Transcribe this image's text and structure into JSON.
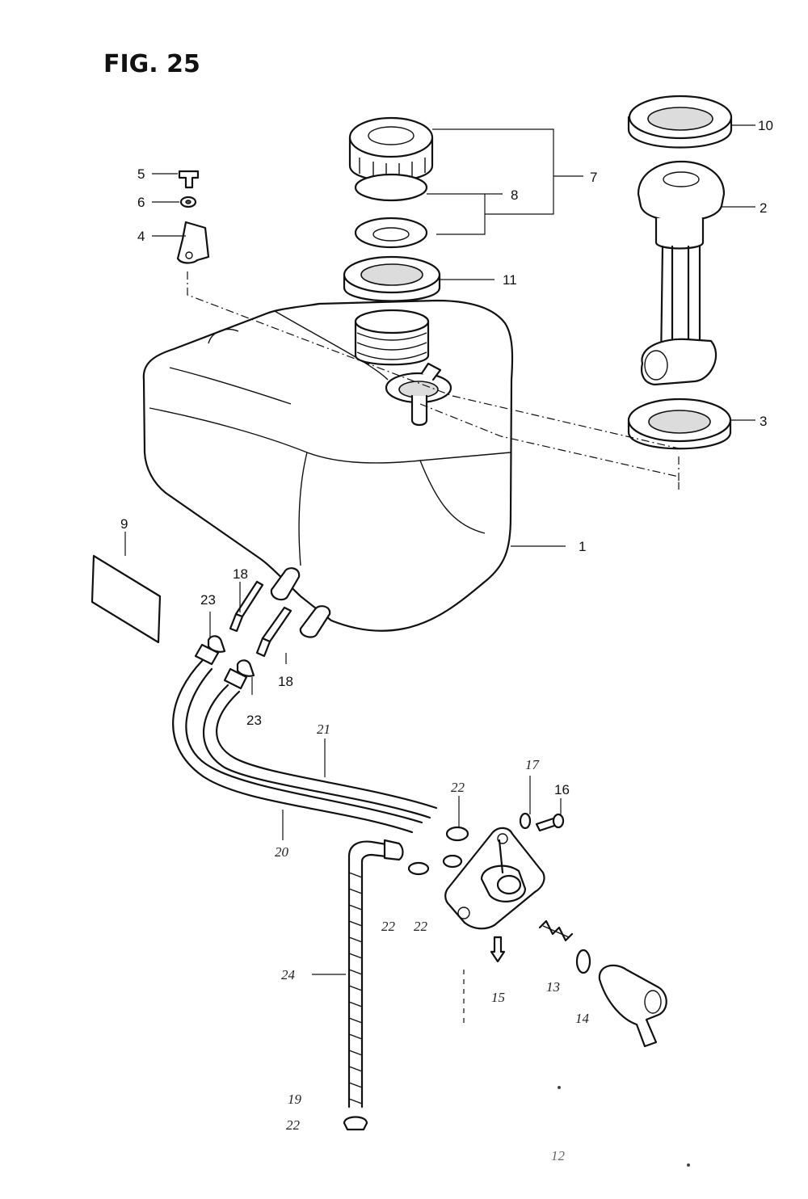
{
  "figure": {
    "title": "FIG. 25"
  },
  "labels": {
    "tank": "1",
    "gauge": "2",
    "gauge_gasket": "3",
    "bracket": "4",
    "bolt": "5",
    "washer": "6",
    "cap": "7",
    "cap_gaskets": "8",
    "pad": "9",
    "gauge_cap_ring": "10",
    "filler_ring": "11",
    "faint_12": "12",
    "valve_spring": "13",
    "valve_lever": "14",
    "valve_bolt": "15",
    "screw": "16",
    "screw_washer": "17",
    "joint_upper": "18",
    "joint_lower": "18",
    "drain_19": "19",
    "hose_20": "20",
    "hose_21": "21",
    "clamp_22_a": "22",
    "clamp_22_b": "22",
    "clamp_22_c": "22",
    "clamp_22_d": "22",
    "clip_23_upper": "23",
    "clip_23_lower": "23",
    "breather_hose": "24"
  }
}
